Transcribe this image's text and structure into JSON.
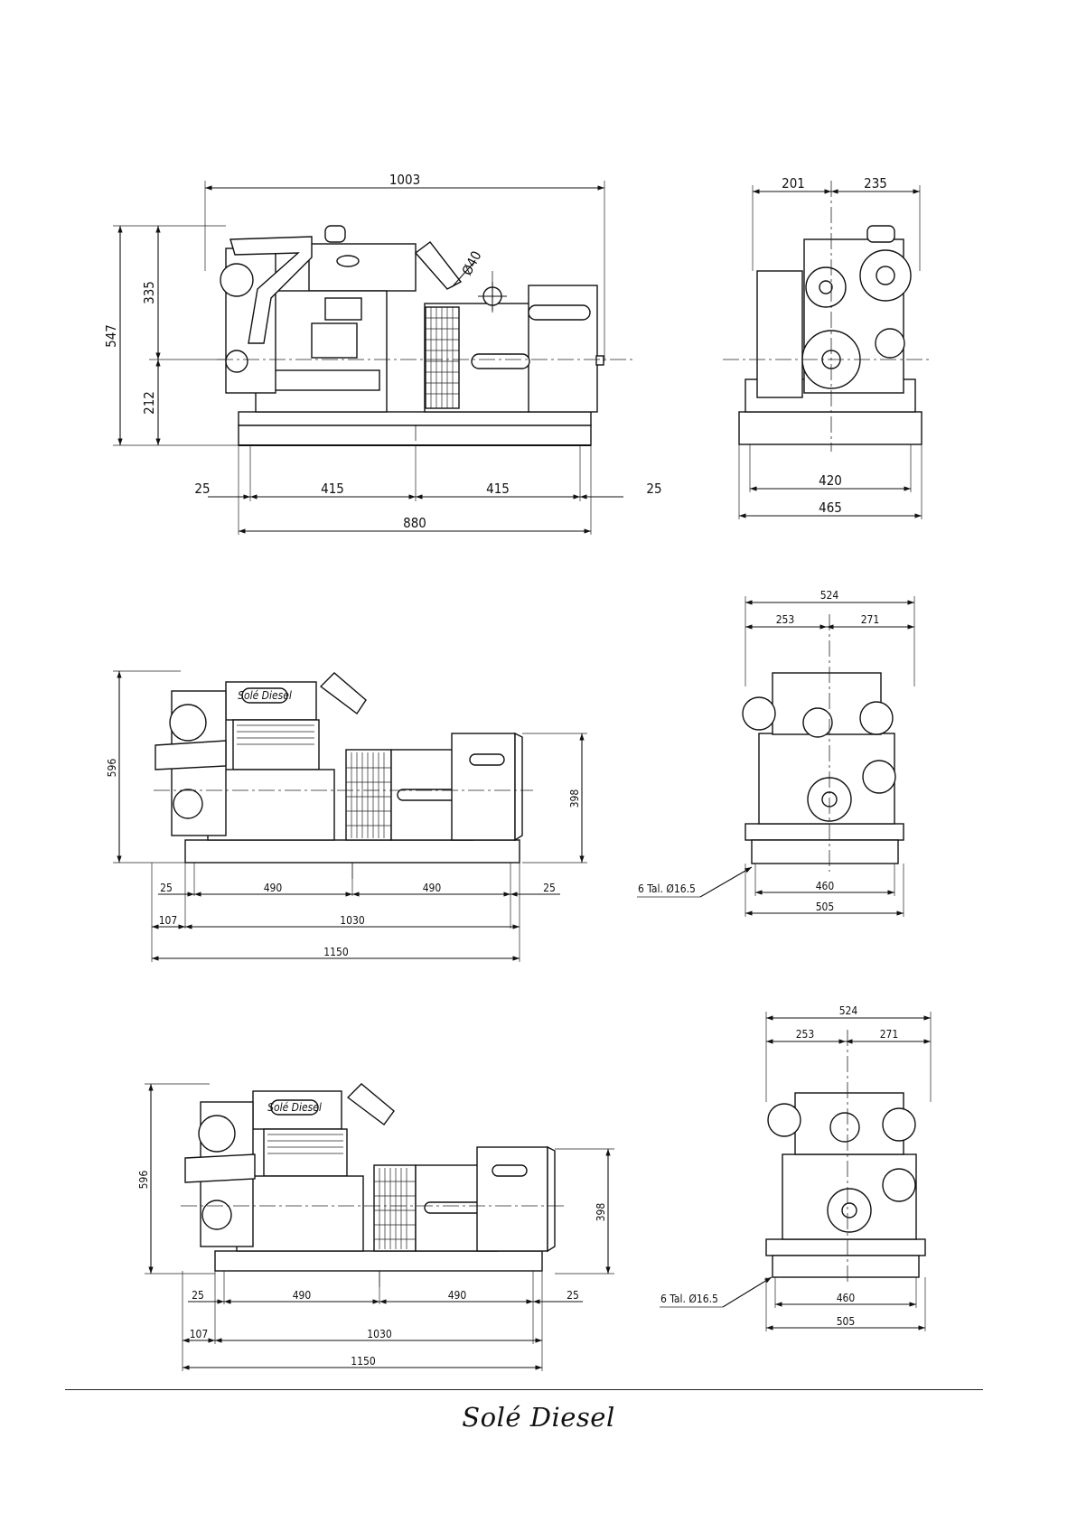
{
  "view1": {
    "overall_length": "1003",
    "height_total": "547",
    "height_upper": "335",
    "height_lower": "212",
    "diameter": "Ø40",
    "bottom_left": "25",
    "bottom_mid_a": "415",
    "bottom_mid_b": "415",
    "bottom_right": "25",
    "base_length": "880",
    "end_top_left": "201",
    "end_top_right": "235",
    "end_inner": "420",
    "end_outer": "465"
  },
  "view2": {
    "height": "596",
    "gen_height": "398",
    "b_left": "25",
    "b_mid_a": "490",
    "b_mid_b": "490",
    "b_right": "25",
    "offset": "107",
    "span": "1030",
    "total": "1150",
    "end_top": "524",
    "end_left": "253",
    "end_right": "271",
    "holes": "6 Tal. Ø16.5",
    "end_inner": "460",
    "end_outer": "505"
  },
  "view3": {
    "height": "596",
    "gen_height": "398",
    "b_left": "25",
    "b_mid_a": "490",
    "b_mid_b": "490",
    "b_right": "25",
    "offset": "107",
    "span": "1030",
    "total": "1150",
    "end_top": "524",
    "end_left": "253",
    "end_right": "271",
    "holes": "6 Tal. Ø16.5",
    "end_inner": "460",
    "end_outer": "505"
  },
  "engine_badge": "Solé Diesel",
  "footer": {
    "brand": "Solé Diesel"
  }
}
